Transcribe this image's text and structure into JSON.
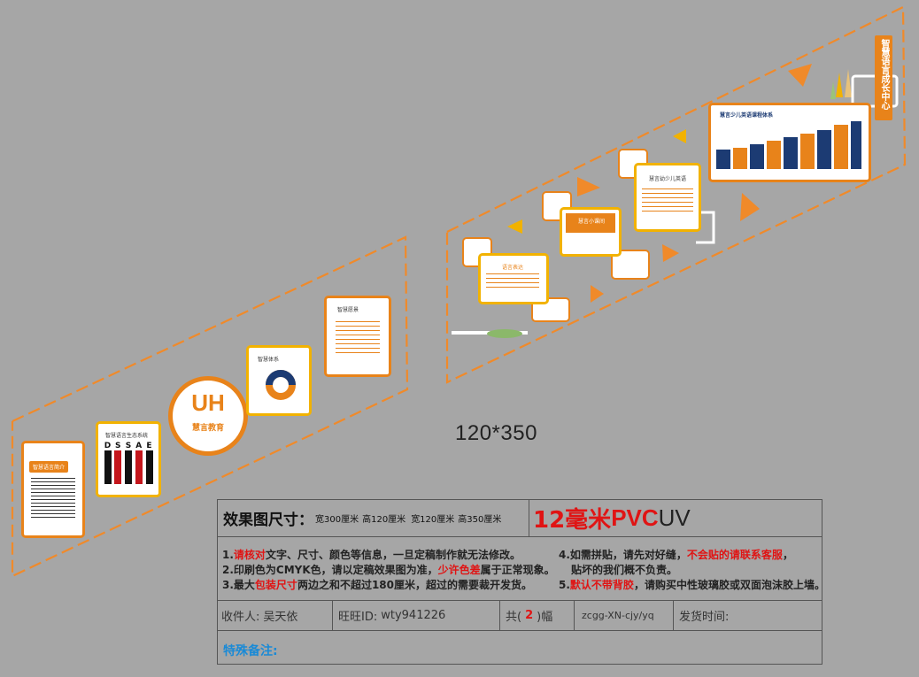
{
  "dimension_label": "120*350",
  "scene": {
    "org_name": "慧言教育",
    "logo_mark": "UH",
    "vertical_sign": "智慧语言成长中心",
    "panels": [
      {
        "title": "智慧语言简介"
      },
      {
        "title": "智慧语言生态系统",
        "letters": [
          "D",
          "S",
          "S",
          "A",
          "E"
        ]
      },
      {
        "title": "智慧体系"
      },
      {
        "title": "智慧愿景"
      },
      {
        "title": "语言表达"
      },
      {
        "title": "慧言小课间"
      },
      {
        "title": "慧言幼少儿英语"
      },
      {
        "title": "慧言少儿英语课程体系"
      }
    ]
  },
  "effect_size": {
    "label": "效果图尺寸：",
    "width": "宽300厘米",
    "height1": "高120厘米",
    "width2": "宽120厘米",
    "height2": "高350厘米"
  },
  "material": {
    "size": "12毫米",
    "mat": "PVC",
    "print": "UV"
  },
  "notes": {
    "n1_prefix": "1.",
    "n1_red": "请核对",
    "n1_rest": "文字、尺寸、颜色等信息，一旦定稿制作就无法修改。",
    "n2_a": "2.印刷色为CMYK色，请以定稿效果图为准，",
    "n2_red": "少许色差",
    "n2_rest": "属于正常现象。",
    "n3_a": "3.最大",
    "n3_red": "包装尺寸",
    "n3_rest": "两边之和不超过180厘米，超过的需要裁开发货。",
    "n4_a": "4.如需拼贴，请先对好缝，",
    "n4_red": "不会贴的请联系客服",
    "n4_rest": "，",
    "n4_b": "贴坏的我们概不负责。",
    "n5_a": "5.",
    "n5_red": "默认不带背胶",
    "n5_rest": "，请购买中性玻璃胶或双面泡沫胶上墙。"
  },
  "order": {
    "recipient_label": "收件人:",
    "recipient": "吴天依",
    "wangwang_label": "旺旺ID:",
    "wangwang": "wty941226",
    "count_prefix": "共(",
    "count": "2",
    "count_suffix": ")幅",
    "code": "zcgg-XN-cjy/yq",
    "ship_label": "发货时间:"
  },
  "remark_label": "特殊备注:",
  "colors": {
    "orange": "#e8831a",
    "yellow": "#f2b200",
    "navy": "#1c3b73",
    "red": "#e01414",
    "blue": "#1a8ad6"
  }
}
